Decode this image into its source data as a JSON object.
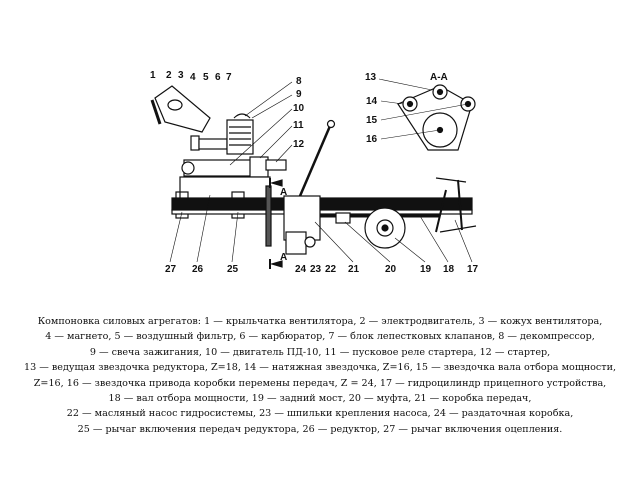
{
  "figure": {
    "section_label": "A-A",
    "arrow_label": "A",
    "callouts_top": [
      "1",
      "2",
      "3",
      "4",
      "5",
      "6",
      "7",
      "8",
      "9",
      "10",
      "11",
      "12"
    ],
    "callouts_section": [
      "13",
      "14",
      "15",
      "16"
    ],
    "callouts_bottom": [
      "27",
      "26",
      "25",
      "24",
      "23",
      "22",
      "21",
      "20",
      "19",
      "18",
      "17"
    ]
  },
  "caption": {
    "lines": [
      "Компоновка силовых агрегатов: 1 — крыльчатка вентилятора, 2 — электродвигатель, 3 — кожух вентилятора,",
      "4 — магнето, 5 — воздушный фильтр, 6 — карбюратор, 7 — блок лепестковых клапанов, 8 — декомпрессор,",
      "9 — свеча зажигания, 10 — двигатель ПД-10, 11 — пусковое реле стартера, 12 — стартер,",
      "13 — ведущая звездочка редуктора, Z=18, 14 — натяжная звездочка, Z=16, 15 — звездочка вала отбора мощности,",
      "Z=16, 16 — звездочка привода коробки перемены передач, Z = 24, 17 — гидроцилиндр прицепного устройства,",
      "18 — вал отбора мощности, 19 — задний мост, 20 — муфта, 21 — коробка передач,",
      "22 — масляный насос гидросистемы, 23 — шпильки крепления насоса, 24 — раздаточная коробка,",
      "25 — рычаг включения передач редуктора, 26 — редуктор, 27 — рычаг включения оцепления."
    ]
  }
}
